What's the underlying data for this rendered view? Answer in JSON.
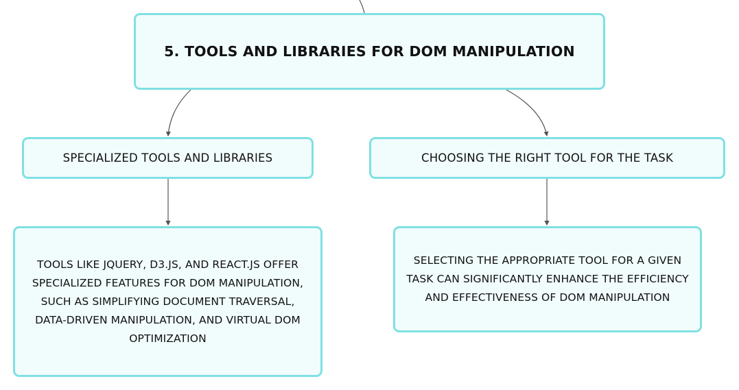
{
  "diagram": {
    "root": {
      "label": "5. TOOLS AND LIBRARIES FOR DOM MANIPULATION"
    },
    "branches": [
      {
        "label": "SPECIALIZED TOOLS AND LIBRARIES",
        "detail": "TOOLS LIKE JQUERY, D3.JS, AND REACT.JS OFFER SPECIALIZED FEATURES FOR DOM MANIPULATION, SUCH AS SIMPLIFYING DOCUMENT TRAVERSAL, DATA-DRIVEN MANIPULATION, AND VIRTUAL DOM OPTIMIZATION"
      },
      {
        "label": "CHOOSING THE RIGHT TOOL FOR THE TASK",
        "detail": "SELECTING THE APPROPRIATE TOOL FOR A GIVEN TASK CAN SIGNIFICANTLY ENHANCE THE EFFICIENCY AND EFFECTIVENESS OF DOM MANIPULATION"
      }
    ],
    "colors": {
      "node_fill": "#f1fcfc",
      "node_border": "#7fe0e3",
      "connector": "#555555",
      "text": "#111111"
    }
  }
}
